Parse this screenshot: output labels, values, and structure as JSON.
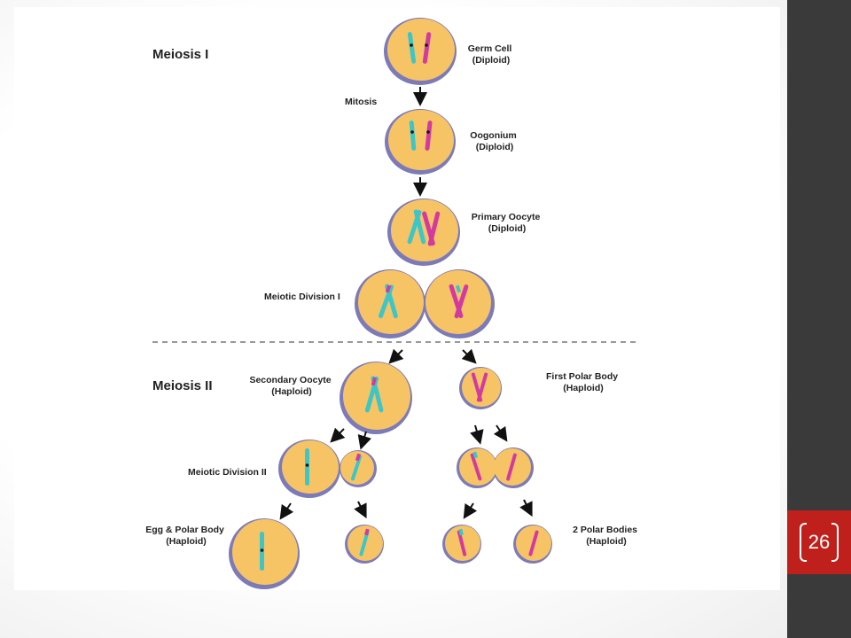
{
  "diagram": {
    "sections": {
      "meiosis_one": "Meiosis I",
      "meiosis_two": "Meiosis II"
    },
    "labels": {
      "germ_cell": [
        "Germ Cell",
        "(Diploid)"
      ],
      "mitosis": "Mitosis",
      "oogonium": [
        "Oogonium",
        "(Diploid)"
      ],
      "primary_oocyte": [
        "Primary Oocyte",
        "(Diploid)"
      ],
      "meiotic_division_one": "Meiotic Division I",
      "secondary_oocyte": [
        "Secondary Oocyte",
        "(Haploid)"
      ],
      "first_polar_body": [
        "First Polar Body",
        "(Haploid)"
      ],
      "meiotic_division_two": "Meiotic Division II",
      "egg_and_polar_body": [
        "Egg & Polar Body",
        "(Haploid)"
      ],
      "two_polar_bodies": [
        "2 Polar Bodies",
        "(Haploid)"
      ]
    },
    "colors": {
      "cell_fill": "#f7c465",
      "cell_stroke": "#7d7ab8",
      "chromosome_maternal": "#3cc6c8",
      "chromosome_paternal": "#d33aa0"
    }
  },
  "slide": {
    "page_number": "26"
  }
}
